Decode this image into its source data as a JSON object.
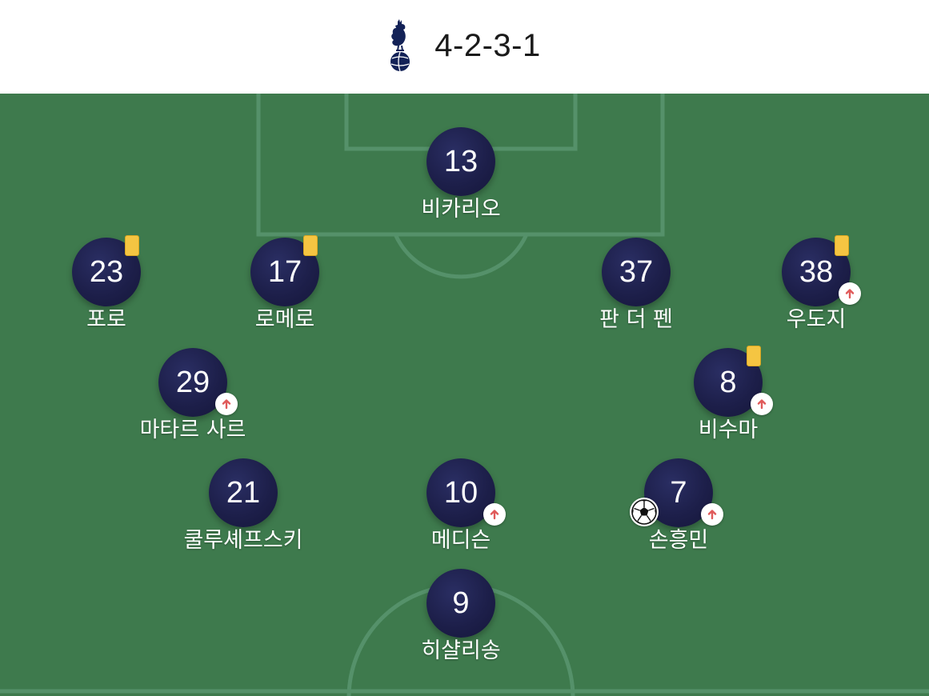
{
  "header": {
    "crest_icon": "tottenham-crest-icon",
    "formation": "4-2-3-1"
  },
  "colors": {
    "pitch": "#3e7a4d",
    "player_circle": "#1d1f4a",
    "yellow_card": "#f5c542",
    "sub_arrow": "#e05a5a"
  },
  "players": [
    {
      "number": "13",
      "name": "비카리오",
      "yellow_card": false,
      "subbed": false,
      "goal": false
    },
    {
      "number": "23",
      "name": "포로",
      "yellow_card": true,
      "subbed": false,
      "goal": false
    },
    {
      "number": "17",
      "name": "로메로",
      "yellow_card": true,
      "subbed": false,
      "goal": false
    },
    {
      "number": "37",
      "name": "판 더 펜",
      "yellow_card": false,
      "subbed": false,
      "goal": false
    },
    {
      "number": "38",
      "name": "우도지",
      "yellow_card": true,
      "subbed": true,
      "goal": false
    },
    {
      "number": "29",
      "name": "마타르 사르",
      "yellow_card": false,
      "subbed": true,
      "goal": false
    },
    {
      "number": "8",
      "name": "비수마",
      "yellow_card": true,
      "subbed": true,
      "goal": false
    },
    {
      "number": "21",
      "name": "쿨루셰프스키",
      "yellow_card": false,
      "subbed": false,
      "goal": false
    },
    {
      "number": "10",
      "name": "메디슨",
      "yellow_card": false,
      "subbed": true,
      "goal": false
    },
    {
      "number": "7",
      "name": "손흥민",
      "yellow_card": false,
      "subbed": true,
      "goal": true
    },
    {
      "number": "9",
      "name": "히샬리송",
      "yellow_card": false,
      "subbed": false,
      "goal": false
    }
  ]
}
